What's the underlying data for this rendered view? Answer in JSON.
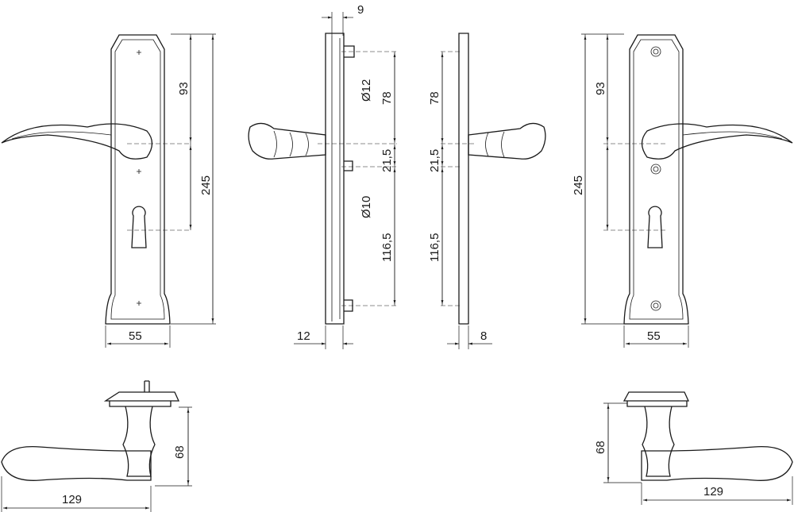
{
  "front_left": {
    "dim_upper": "93",
    "dim_total": "245",
    "dim_width": "55"
  },
  "side_left": {
    "dim_offset": "9",
    "dim_pin_top": "Ø12",
    "dim_upper": "78",
    "dim_mid": "21,5",
    "dim_pin_bottom": "Ø10",
    "dim_lower": "116,5",
    "dim_depth": "12"
  },
  "side_right": {
    "dim_upper": "78",
    "dim_mid": "21,5",
    "dim_lower": "116,5",
    "dim_depth": "8"
  },
  "front_right": {
    "dim_upper": "93",
    "dim_total": "245",
    "dim_width": "55"
  },
  "top_left": {
    "dim_height": "68",
    "dim_length": "129"
  },
  "top_right": {
    "dim_height": "68",
    "dim_length": "129"
  }
}
